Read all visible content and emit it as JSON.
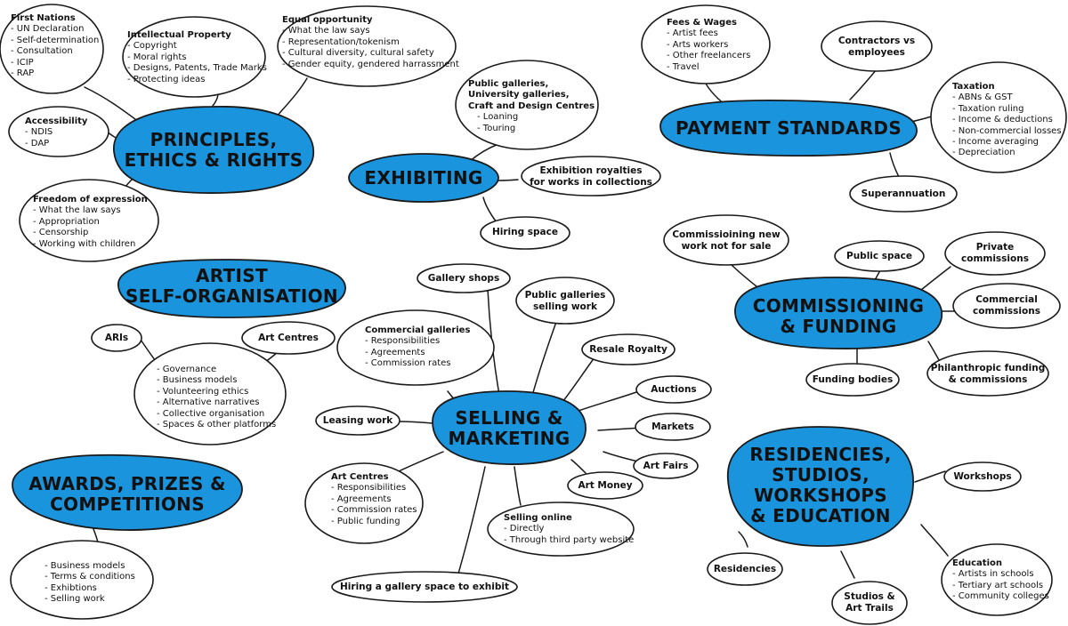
{
  "hubs": {
    "principles": "PRINCIPLES, ETHICS & RIGHTS",
    "exhibiting": "EXHIBITING",
    "payment": "PAYMENT STANDARDS",
    "artist_self": "ARTIST SELF-ORGANISATION",
    "selling": "SELLING & MARKETING",
    "commissioning": "COMMISSIONING & FUNDING",
    "awards": "AWARDS, PRIZES & COMPETITIONS",
    "residencies": "RESIDENCIES, STUDIOS, WORKSHOPS & EDUCATION"
  },
  "hub_lines": {
    "principles": [
      "PRINCIPLES,",
      "ETHICS & RIGHTS"
    ],
    "artist_self": [
      "ARTIST",
      "SELF-ORGANISATION"
    ],
    "selling": [
      "SELLING &",
      "MARKETING"
    ],
    "commissioning": [
      "COMMISSIONING",
      "& FUNDING"
    ],
    "awards": [
      "AWARDS, PRIZES &",
      "COMPETITIONS"
    ],
    "residencies": [
      "RESIDENCIES,",
      "STUDIOS,",
      "WORKSHOPS",
      "& EDUCATION"
    ]
  },
  "nodes": {
    "first_nations": {
      "title": "First Nations",
      "items": [
        "UN Declaration",
        "Self-determination",
        "Consultation",
        "ICIP",
        "RAP"
      ]
    },
    "ip": {
      "title": "Intellectual Property",
      "items": [
        "Copyright",
        "Moral rights",
        "Designs, Patents, Trade Marks",
        "Protecting ideas"
      ]
    },
    "equal_opp": {
      "title": "Equal opportunity",
      "items": [
        "What the law says",
        "Representation/tokenism",
        "Cultural diversity, cultural safety",
        "Gender equity, gendered harrassment"
      ]
    },
    "accessibility": {
      "title": "Accessibility",
      "items": [
        "NDIS",
        "DAP"
      ]
    },
    "freedom": {
      "title": "Freedom of expression",
      "items": [
        "What the law says",
        "Appropriation",
        "Censorship",
        "Working with children"
      ]
    },
    "public_galleries_ex": {
      "title_lines": [
        "Public galleries,",
        "University galleries,",
        "Craft and Design Centres"
      ],
      "items": [
        "Loaning",
        "Touring"
      ]
    },
    "ex_royalties": {
      "lines": [
        "Exhibition royalties",
        "for works in collections"
      ]
    },
    "hiring_space": {
      "lines": [
        "Hiring space"
      ]
    },
    "fees_wages": {
      "title": "Fees & Wages",
      "items": [
        "Artist fees",
        "Arts workers",
        "Other freelancers",
        "Travel"
      ]
    },
    "contractors": {
      "lines": [
        "Contractors vs",
        "employees"
      ]
    },
    "taxation": {
      "title": "Taxation",
      "items": [
        "ABNs & GST",
        "Taxation ruling",
        "Income & deductions",
        "Non-commercial losses",
        "Income averaging",
        "Depreciation"
      ]
    },
    "superannuation": {
      "lines": [
        "Superannuation"
      ]
    },
    "aris": {
      "lines": [
        "ARIs"
      ]
    },
    "art_centres_self": {
      "lines": [
        "Art Centres"
      ]
    },
    "self_list": {
      "items": [
        "Governance",
        "Business models",
        "Volunteering ethics",
        "Alternative narratives",
        "Collective organisation",
        "Spaces & other platforms"
      ]
    },
    "gallery_shops": {
      "lines": [
        "Gallery shops"
      ]
    },
    "public_galleries_sell": {
      "lines": [
        "Public galleries",
        "selling work"
      ]
    },
    "commercial_galleries": {
      "title": "Commercial galleries",
      "items": [
        "Responsibilities",
        "Agreements",
        "Commission rates"
      ]
    },
    "resale": {
      "lines": [
        "Resale Royalty"
      ]
    },
    "auctions": {
      "lines": [
        "Auctions"
      ]
    },
    "markets": {
      "lines": [
        "Markets"
      ]
    },
    "leasing": {
      "lines": [
        "Leasing work"
      ]
    },
    "art_fairs": {
      "lines": [
        "Art Fairs"
      ]
    },
    "art_money": {
      "lines": [
        "Art Money"
      ]
    },
    "art_centres_sell": {
      "title": "Art Centres",
      "items": [
        "Responsibilities",
        "Agreements",
        "Commission rates",
        "Public funding"
      ]
    },
    "selling_online": {
      "title": "Selling online",
      "items": [
        "Directly",
        "Through third party website"
      ]
    },
    "hiring_gallery": {
      "lines": [
        "Hiring a gallery space to exhibit"
      ]
    },
    "commissioning_new": {
      "lines": [
        "Commissioining new",
        "work not for sale"
      ]
    },
    "public_space": {
      "lines": [
        "Public space"
      ]
    },
    "private_comm": {
      "lines": [
        "Private",
        "commissions"
      ]
    },
    "commercial_comm": {
      "lines": [
        "Commercial",
        "commissions"
      ]
    },
    "funding_bodies": {
      "lines": [
        "Funding bodies"
      ]
    },
    "philanthropic": {
      "lines": [
        "Philanthropic funding",
        "& commissions"
      ]
    },
    "awards_list": {
      "items": [
        "Business models",
        "Terms & conditions",
        "Exhibtions",
        "Selling work"
      ]
    },
    "workshops": {
      "lines": [
        "Workshops"
      ]
    },
    "residencies_node": {
      "lines": [
        "Residencies"
      ]
    },
    "studios": {
      "lines": [
        "Studios &",
        "Art Trails"
      ]
    },
    "education": {
      "title": "Education",
      "items": [
        "Artists in schools",
        "Tertiary art schools",
        "Community colleges"
      ]
    }
  },
  "colors": {
    "hub_fill": "#1a94dd",
    "outline": "#1a1a1a",
    "background": "#ffffff"
  }
}
